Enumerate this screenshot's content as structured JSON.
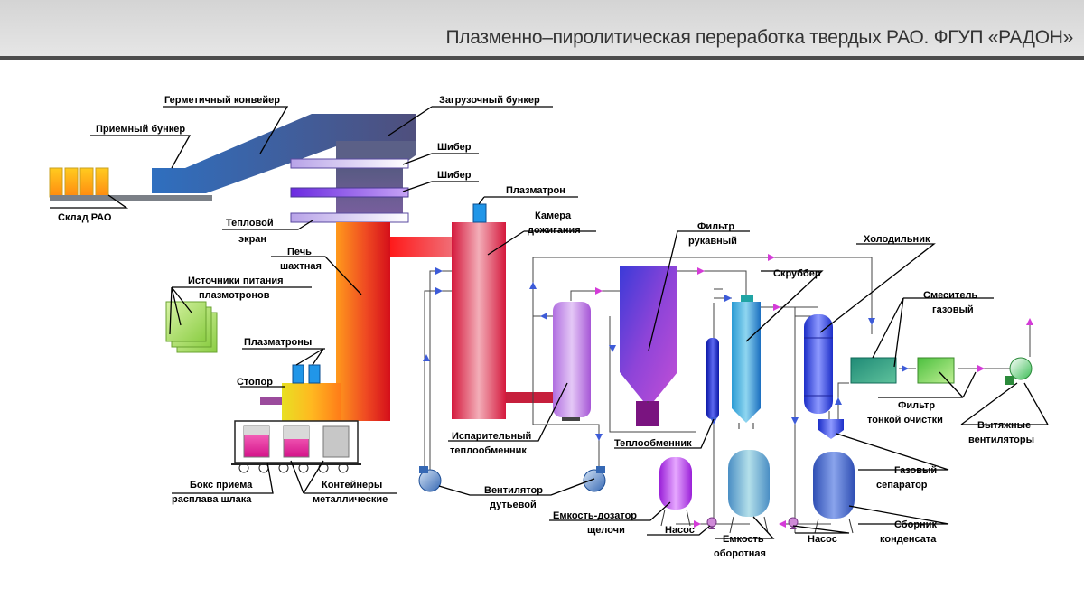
{
  "header": {
    "title": "Плазменно–пиролитическая переработка твердых РАО. ФГУП «РАДОН»"
  },
  "labels": {
    "sklad": "Склад РАО",
    "priemny_bunker": "Приемный бункер",
    "germ_konveier": "Герметичный конвейер",
    "zagruz_bunker": "Загрузочный бункер",
    "shiber1": "Шибер",
    "shiber2": "Шибер",
    "teplovoy_1": "Тепловой",
    "teplovoy_2": "экран",
    "pech_1": "Печь",
    "pech_2": "шахтная",
    "istochniki_1": "Источники питания",
    "istochniki_2": "плазмотронов",
    "plazmatrony": "Плазматроны",
    "stopor": "Стопор",
    "boks_1": "Бокс приема",
    "boks_2": "расплава шлака",
    "kont_1": "Контейнеры",
    "kont_2": "металлические",
    "plazmatron": "Плазматрон",
    "kamera_1": "Камера",
    "kamera_2": "дожигания",
    "isp_1": "Испарительный",
    "isp_2": "теплообменник",
    "vent_1": "Вентилятор",
    "vent_2": "дутьевой",
    "filtr_ruk_1": "Фильтр",
    "filtr_ruk_2": "рукавный",
    "skrubber": "Скруббер",
    "holodilnik": "Холодильник",
    "teploobmennik": "Теплообменник",
    "emk_doz_1": "Емкость-дозатор",
    "emk_doz_2": "щелочи",
    "nasos1": "Насос",
    "emk_ob_1": "Емкость",
    "emk_ob_2": "оборотная",
    "nasos2": "Насос",
    "smesitel_1": "Смеситель",
    "smesitel_2": "газовый",
    "filtr_ton_1": "Фильтр",
    "filtr_ton_2": "тонкой очистки",
    "vyt_1": "Вытяжные",
    "vyt_2": "вентиляторы",
    "gaz_sep_1": "Газовый",
    "gaz_sep_2": "сепаратор",
    "sbornik_1": "Сборник",
    "sbornik_2": "конденсата"
  }
}
